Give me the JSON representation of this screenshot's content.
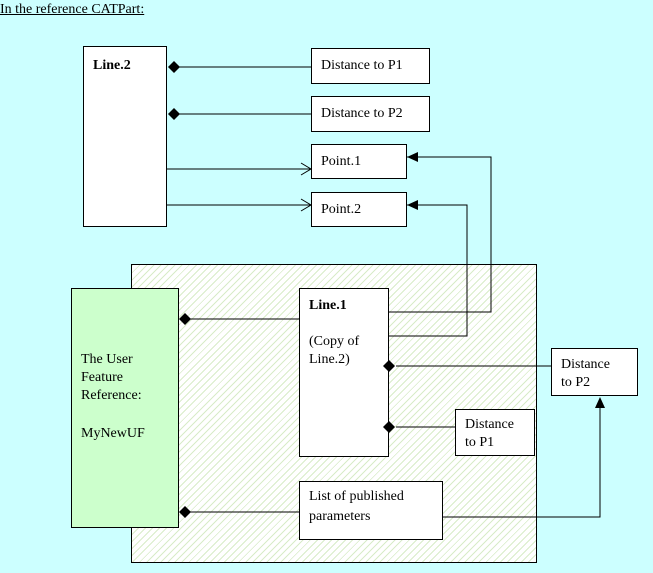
{
  "caption": "In the reference CATPart:",
  "line2": {
    "title": "Line.2"
  },
  "distance_p1_top": "Distance to P1",
  "distance_p2_top": "Distance to P2",
  "point1": "Point.1",
  "point2": "Point.2",
  "line1": {
    "title": "Line.1",
    "copy_line1": "(Copy of",
    "copy_line2": "Line.2)"
  },
  "uf": {
    "line1": "The User",
    "line2": "Feature",
    "line3": "Reference:",
    "name": "MyNewUF"
  },
  "distance_p2_right": {
    "line1": "Distance",
    "line2": "to P2"
  },
  "distance_p1_inner": {
    "line1": "Distance",
    "line2": "to P1"
  },
  "published": {
    "line1": "List of published",
    "line2": "parameters"
  }
}
